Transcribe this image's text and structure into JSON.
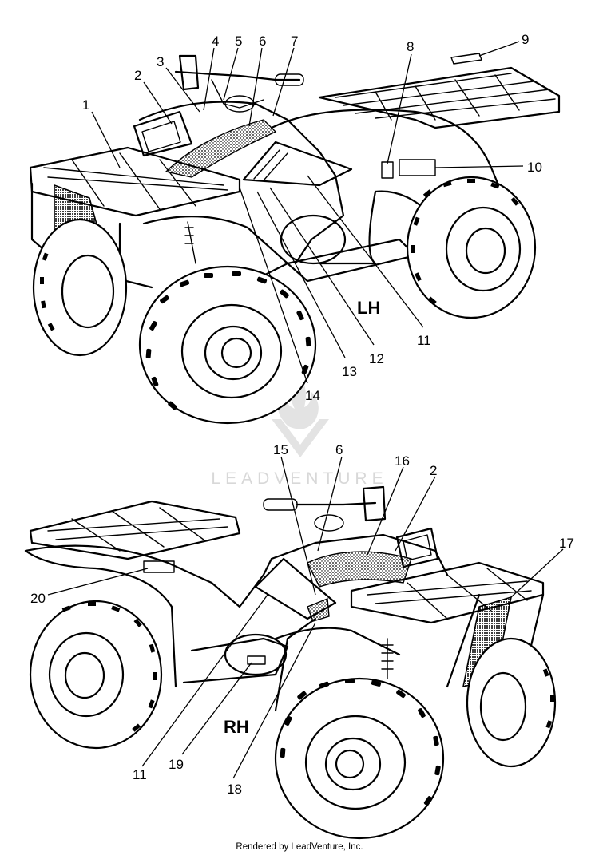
{
  "views": {
    "lh": {
      "label": "LH",
      "callouts": [
        "1",
        "2",
        "3",
        "4",
        "5",
        "6",
        "7",
        "8",
        "9",
        "10",
        "11",
        "12",
        "13",
        "14"
      ]
    },
    "rh": {
      "label": "RH",
      "callouts": [
        "15",
        "6",
        "16",
        "2",
        "17",
        "20",
        "11",
        "19",
        "18"
      ]
    }
  },
  "watermark": "LEADVENTURE",
  "footer": "Rendered by LeadVenture, Inc."
}
